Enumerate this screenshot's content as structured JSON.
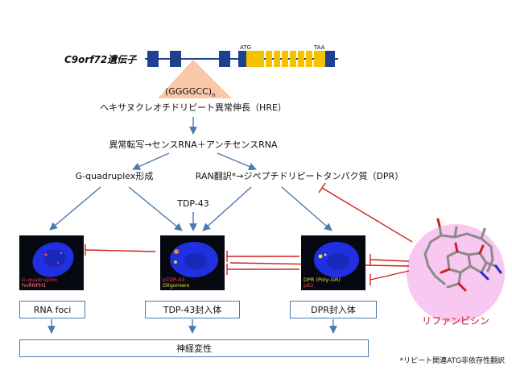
{
  "gene": {
    "label": "C9orf72遺伝子",
    "atg": "ATG",
    "taa": "TAA",
    "repeat": "(GGGGCC)",
    "repeat_sub": "n"
  },
  "steps": {
    "hre": "ヘキサヌクレオチドリピート異常伸長（HRE）",
    "transcription": "異常転写→センスRNA＋アンチセンスRNA",
    "gquad": "G-quadruplex形成",
    "ran": "RAN翻訳*→ジペプチドリピートタンパク質（DPR）",
    "tdp43": "TDP-43"
  },
  "panels": [
    {
      "cap1": "G-quadruplex",
      "cap2": "hnRNPH1",
      "c1": "#ff3030",
      "c2": "#ff8080"
    },
    {
      "cap1": "pTDP-43",
      "cap2": "Oligomers",
      "c1": "#ff4040",
      "c2": "#e8e040"
    },
    {
      "cap1": "DPR (Poly-GR)",
      "cap2": "p62",
      "c1": "#e8e040",
      "c2": "#ff4040"
    }
  ],
  "boxes": {
    "rna_foci": "RNA foci",
    "tdp43_inclusion": "TDP-43封入体",
    "dpr_inclusion": "DPR封入体",
    "neurodegeneration": "神経変性"
  },
  "drug": {
    "label": "リファンピシン"
  },
  "footnote": "*リピート関連ATG非依存性翻訳",
  "colors": {
    "arrow": "#4a7ab0",
    "inhibit": "#cc2020",
    "gene_block": "#1f3f8f",
    "exon_yellow": "#f5c200",
    "triangle": "#f8c8a8"
  }
}
